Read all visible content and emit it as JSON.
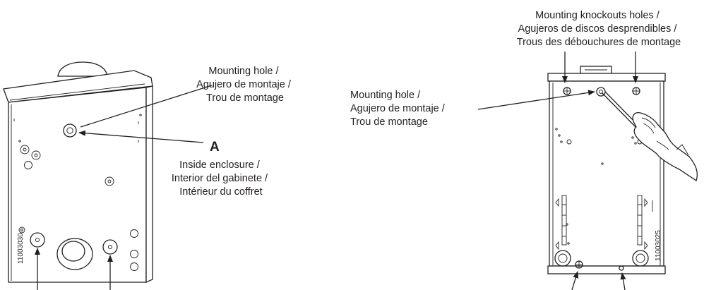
{
  "left_figure": {
    "callout_mounting_hole": [
      "Mounting hole /",
      "Agujero de montaje /",
      "Trou de montage"
    ],
    "callout_a_letter": "A",
    "callout_inside": [
      "Inside enclosure /",
      "Interior del gabinete /",
      "Intérieur du coffret"
    ],
    "figure_code": "11003030"
  },
  "right_figure": {
    "callout_knockouts": [
      "Mounting knockouts holes /",
      "Agujeros de discos desprendibles /",
      "Trous des débouchures de montage"
    ],
    "callout_mounting_hole": [
      "Mounting hole /",
      "Agujero de montaje /",
      "Trou de montage"
    ],
    "figure_code": "11003025"
  }
}
